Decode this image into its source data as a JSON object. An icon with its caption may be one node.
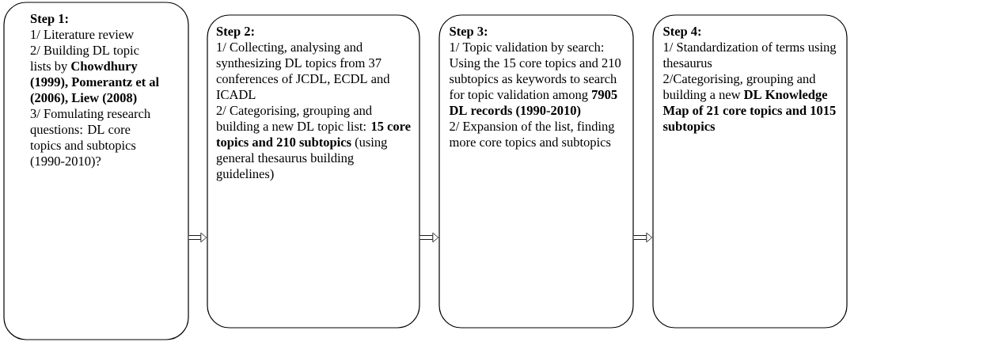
{
  "diagram": {
    "nodes": [
      {
        "text": [
          "Step 1:",
          "1/ Literature review",
          "2/ Building DL topic lists by **Chowdhury (1999), Pomerantz et al (2006), Liew (2008)**",
          "3/ Fomulating research questions: DL core topics and subtopics (1990-2010)?"
        ]
      },
      {
        "text": [
          "Step 2:",
          "1/ Collecting, analysing and synthesizing DL topics from 37 conferences of JCDL, ECDL and ICADL",
          "2/ Categorising, grouping and building a new DL topic list: **15 core topics and 210 subtopics** (using general thesaurus building guidelines)"
        ]
      },
      {
        "text": [
          "Step 3:",
          "1/ Topic validation by search: Using the 15 core topics and 210 subtopics as keywords to search for topic validation among **7905 DL records (1990-2010)**",
          "2/ Expansion of the list, finding more core topics and subtopics"
        ]
      },
      {
        "text": [
          "Step 4:",
          "1/ Standardization of terms using thesaurus",
          "2/Categorising, grouping and building a new **DL Knowledge Map of 21 core topics and 1015 subtopics**"
        ]
      }
    ],
    "edges": [
      {
        "from": 0,
        "to": 1,
        "arrow": "to"
      },
      {
        "from": 1,
        "to": 2,
        "arrow": "to"
      },
      {
        "from": 2,
        "to": 3,
        "arrow": "to"
      }
    ]
  }
}
